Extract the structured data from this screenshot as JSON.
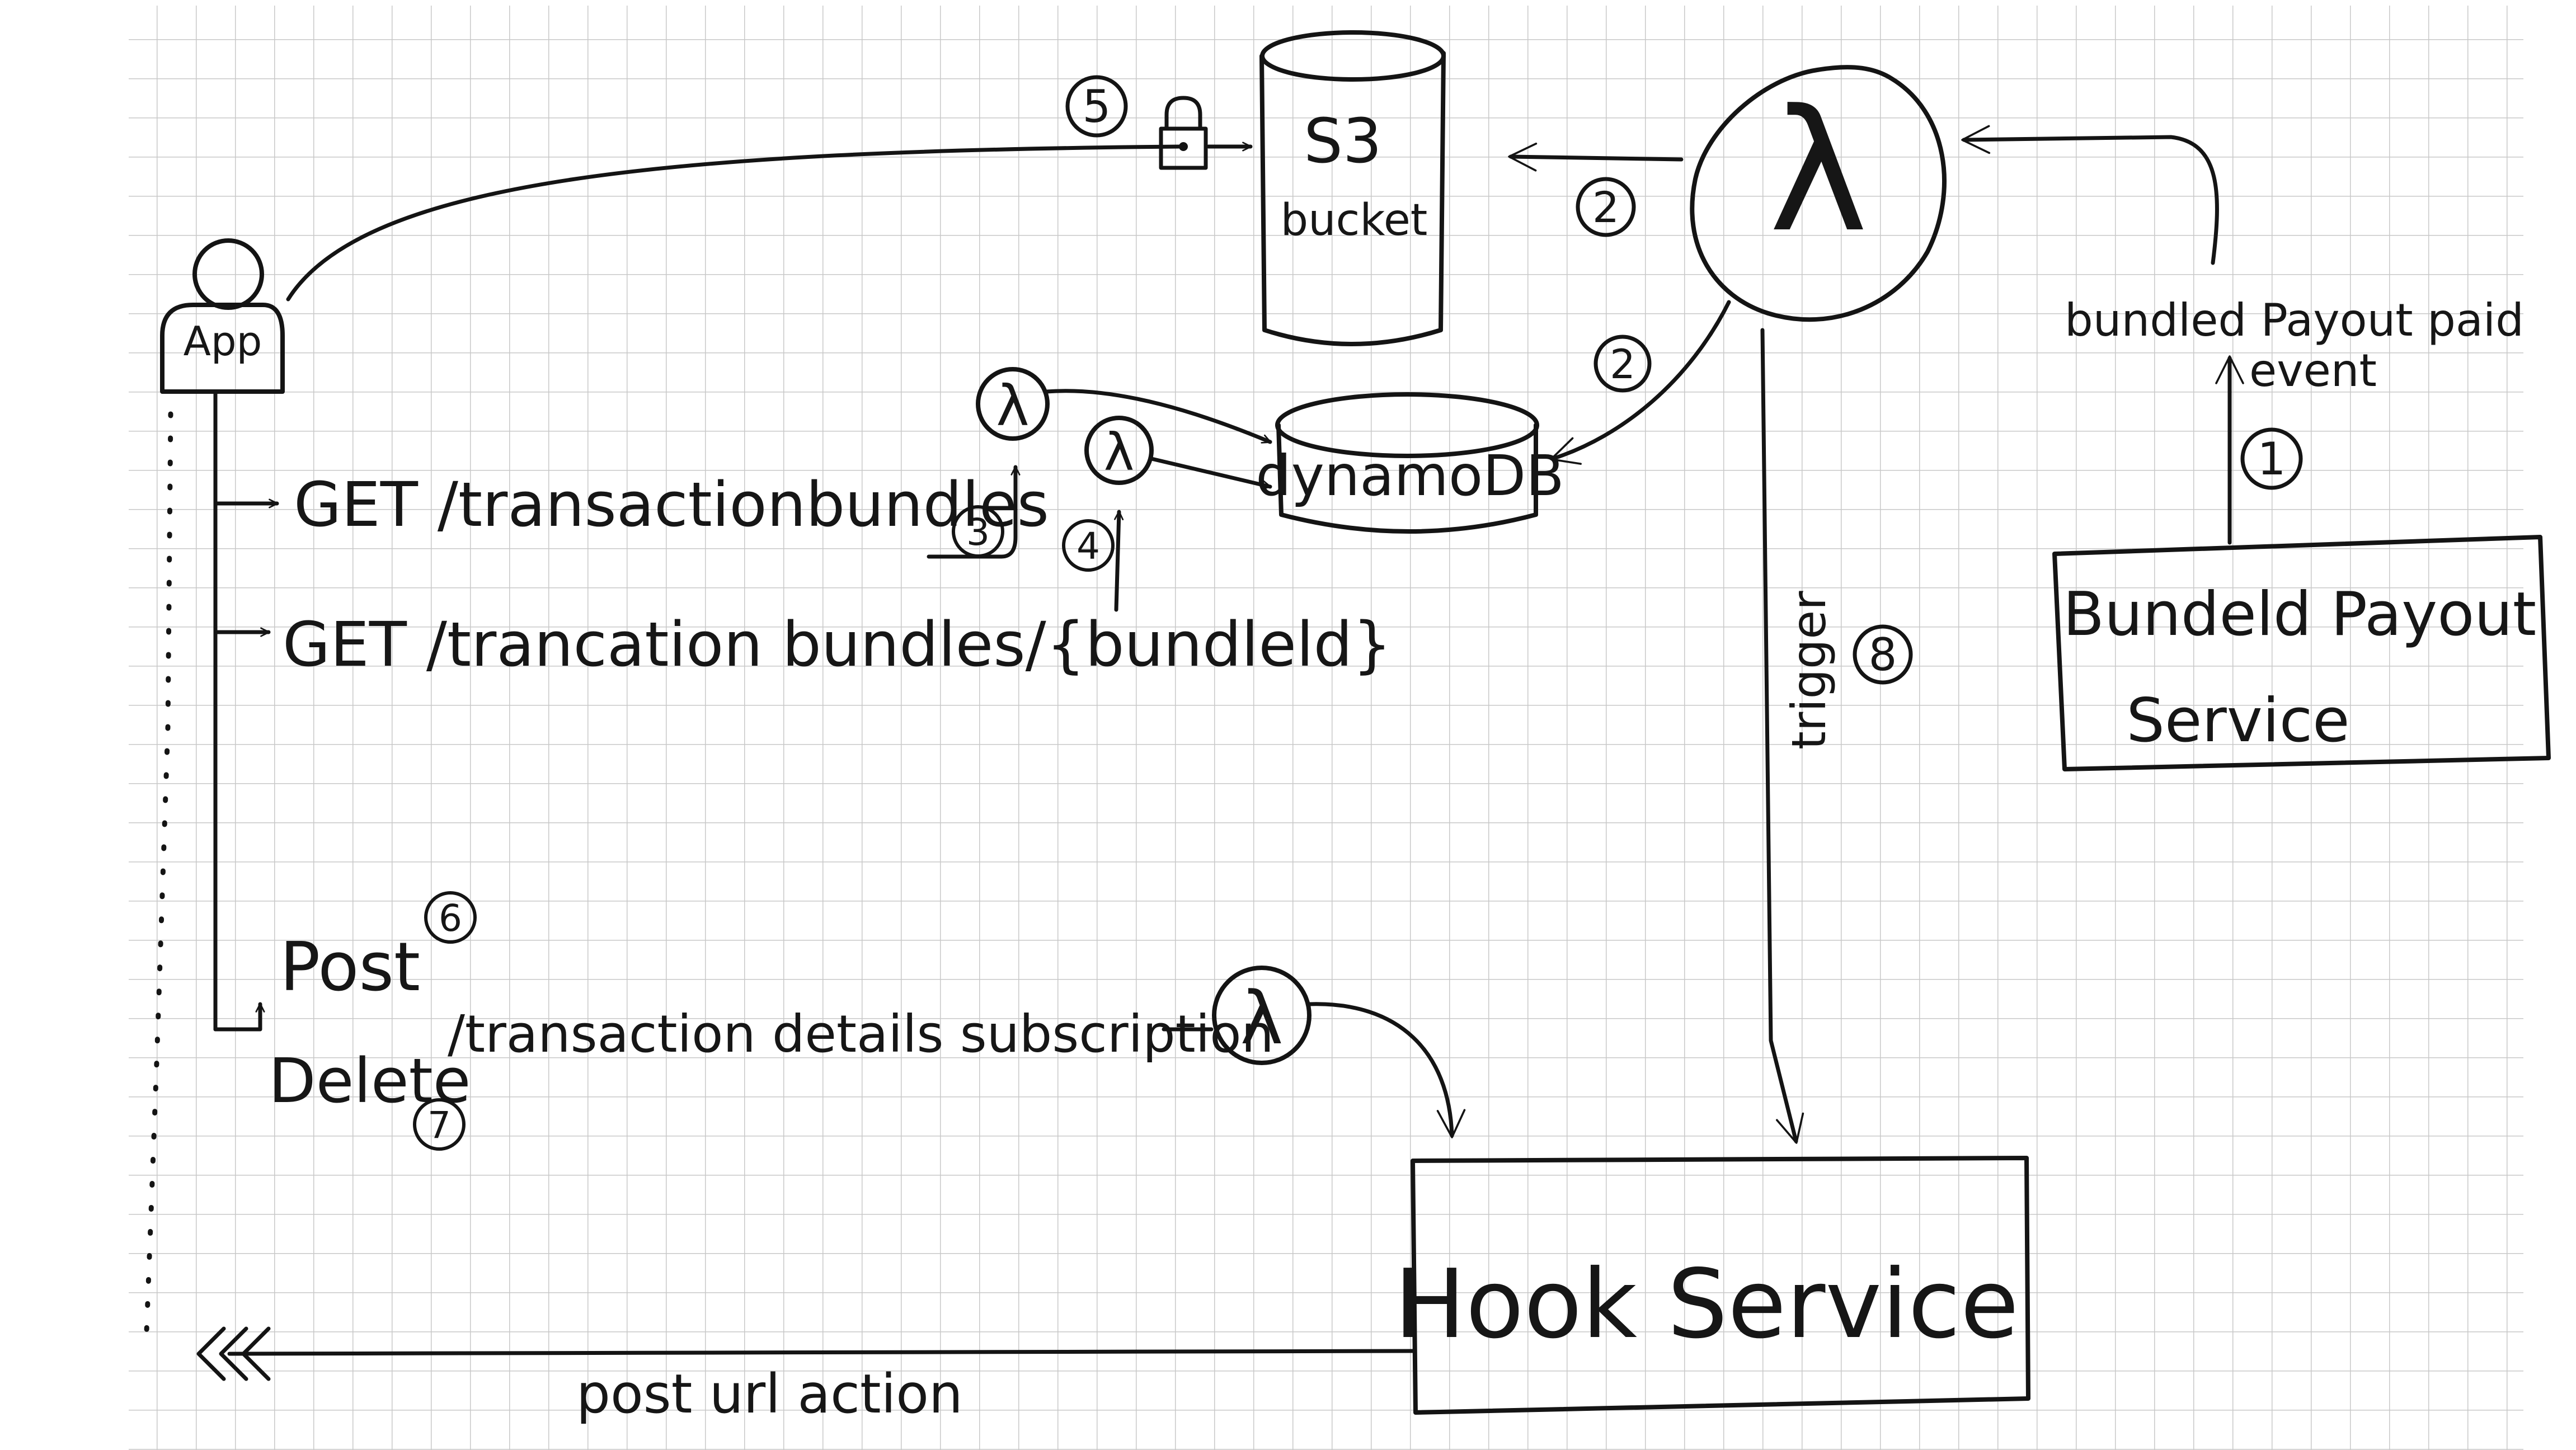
{
  "nodes": {
    "app": {
      "label": "App"
    },
    "s3": {
      "line1": "S3",
      "line2": "bucket"
    },
    "lambda_main": {
      "symbol": "λ"
    },
    "dynamo": {
      "label": "dynamoDB"
    },
    "lambda_get_list": {
      "symbol": "λ"
    },
    "lambda_get_one": {
      "symbol": "λ"
    },
    "lambda_subscription": {
      "symbol": "λ"
    },
    "bundled_payout_service": {
      "line1": "Bundeld Payout",
      "line2": "Service"
    },
    "hook_service": {
      "label": "Hook Service"
    }
  },
  "endpoints": {
    "get_list": "GET /transactionbundles",
    "get_one": "GET /trancation bundles/{bundleld}",
    "post": "Post",
    "delete": "Delete",
    "subscription": "/transaction details subscription"
  },
  "edges": {
    "event_label_line1": "bundled Payout paid",
    "event_label_line2": "event",
    "trigger": "trigger",
    "post_url_action": "post url action"
  },
  "steps": {
    "s1": "1",
    "s2a": "2",
    "s2b": "2",
    "s3": "3",
    "s4": "4",
    "s5": "5",
    "s6": "6",
    "s7": "7",
    "s8": "8"
  },
  "icons": {
    "lock": "lock-icon",
    "user": "user-icon"
  },
  "colors": {
    "ink": "#141414",
    "paper": "#ffffff",
    "grid": "#c8c8c8"
  }
}
